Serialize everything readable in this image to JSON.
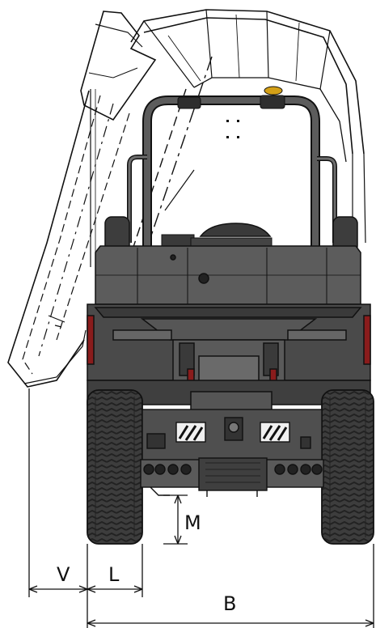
{
  "dimensions": {
    "v_label": "V",
    "l_label": "L",
    "m_label": "M",
    "b_label": "B"
  },
  "colors": {
    "body_dark": "#4a4a4a",
    "body_mid": "#5c5c5c",
    "body_light": "#6e6e6e",
    "tire": "#3d3d3d",
    "line": "#111111",
    "beacon": "#d4a017",
    "tail_light": "#8a1c1c",
    "background": "#ffffff"
  }
}
